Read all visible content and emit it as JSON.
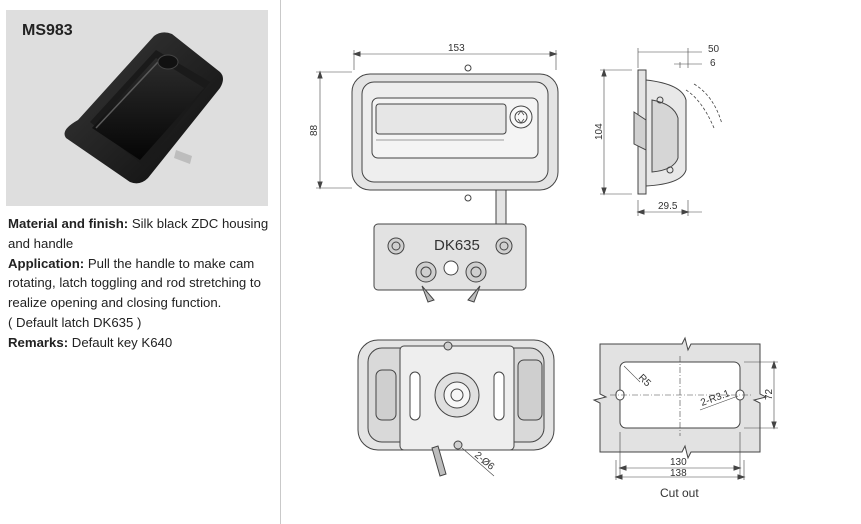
{
  "product": {
    "model": "MS983",
    "material_label": "Material and finish:",
    "material_text": " Silk black ZDC housing and handle",
    "application_label": "Application:",
    "application_text": " Pull the handle to make cam rotating, latch toggling and rod stretching to realize opening and closing function.",
    "default_latch_note": "( Default latch DK635 )",
    "remarks_label": "Remarks:",
    "remarks_text": " Default key K640"
  },
  "drawing": {
    "front_width": "153",
    "front_height": "88",
    "side_depth_50": "50",
    "side_depth_6": "6",
    "side_height": "104",
    "side_offset": "29.5",
    "latch_label": "DK635",
    "cutout_radius_corner": "R5",
    "cutout_radius_slot": "2-R3.1",
    "cutout_height": "72",
    "cutout_width_inner": "130",
    "cutout_width_outer": "138",
    "cutout_caption": "Cut out",
    "hole_label": "2-Ø6"
  },
  "colors": {
    "photo_bg": "#dedede",
    "body_fill": "#e4e4e4",
    "line": "#444444",
    "plate_fill": "#e2e2e2"
  }
}
